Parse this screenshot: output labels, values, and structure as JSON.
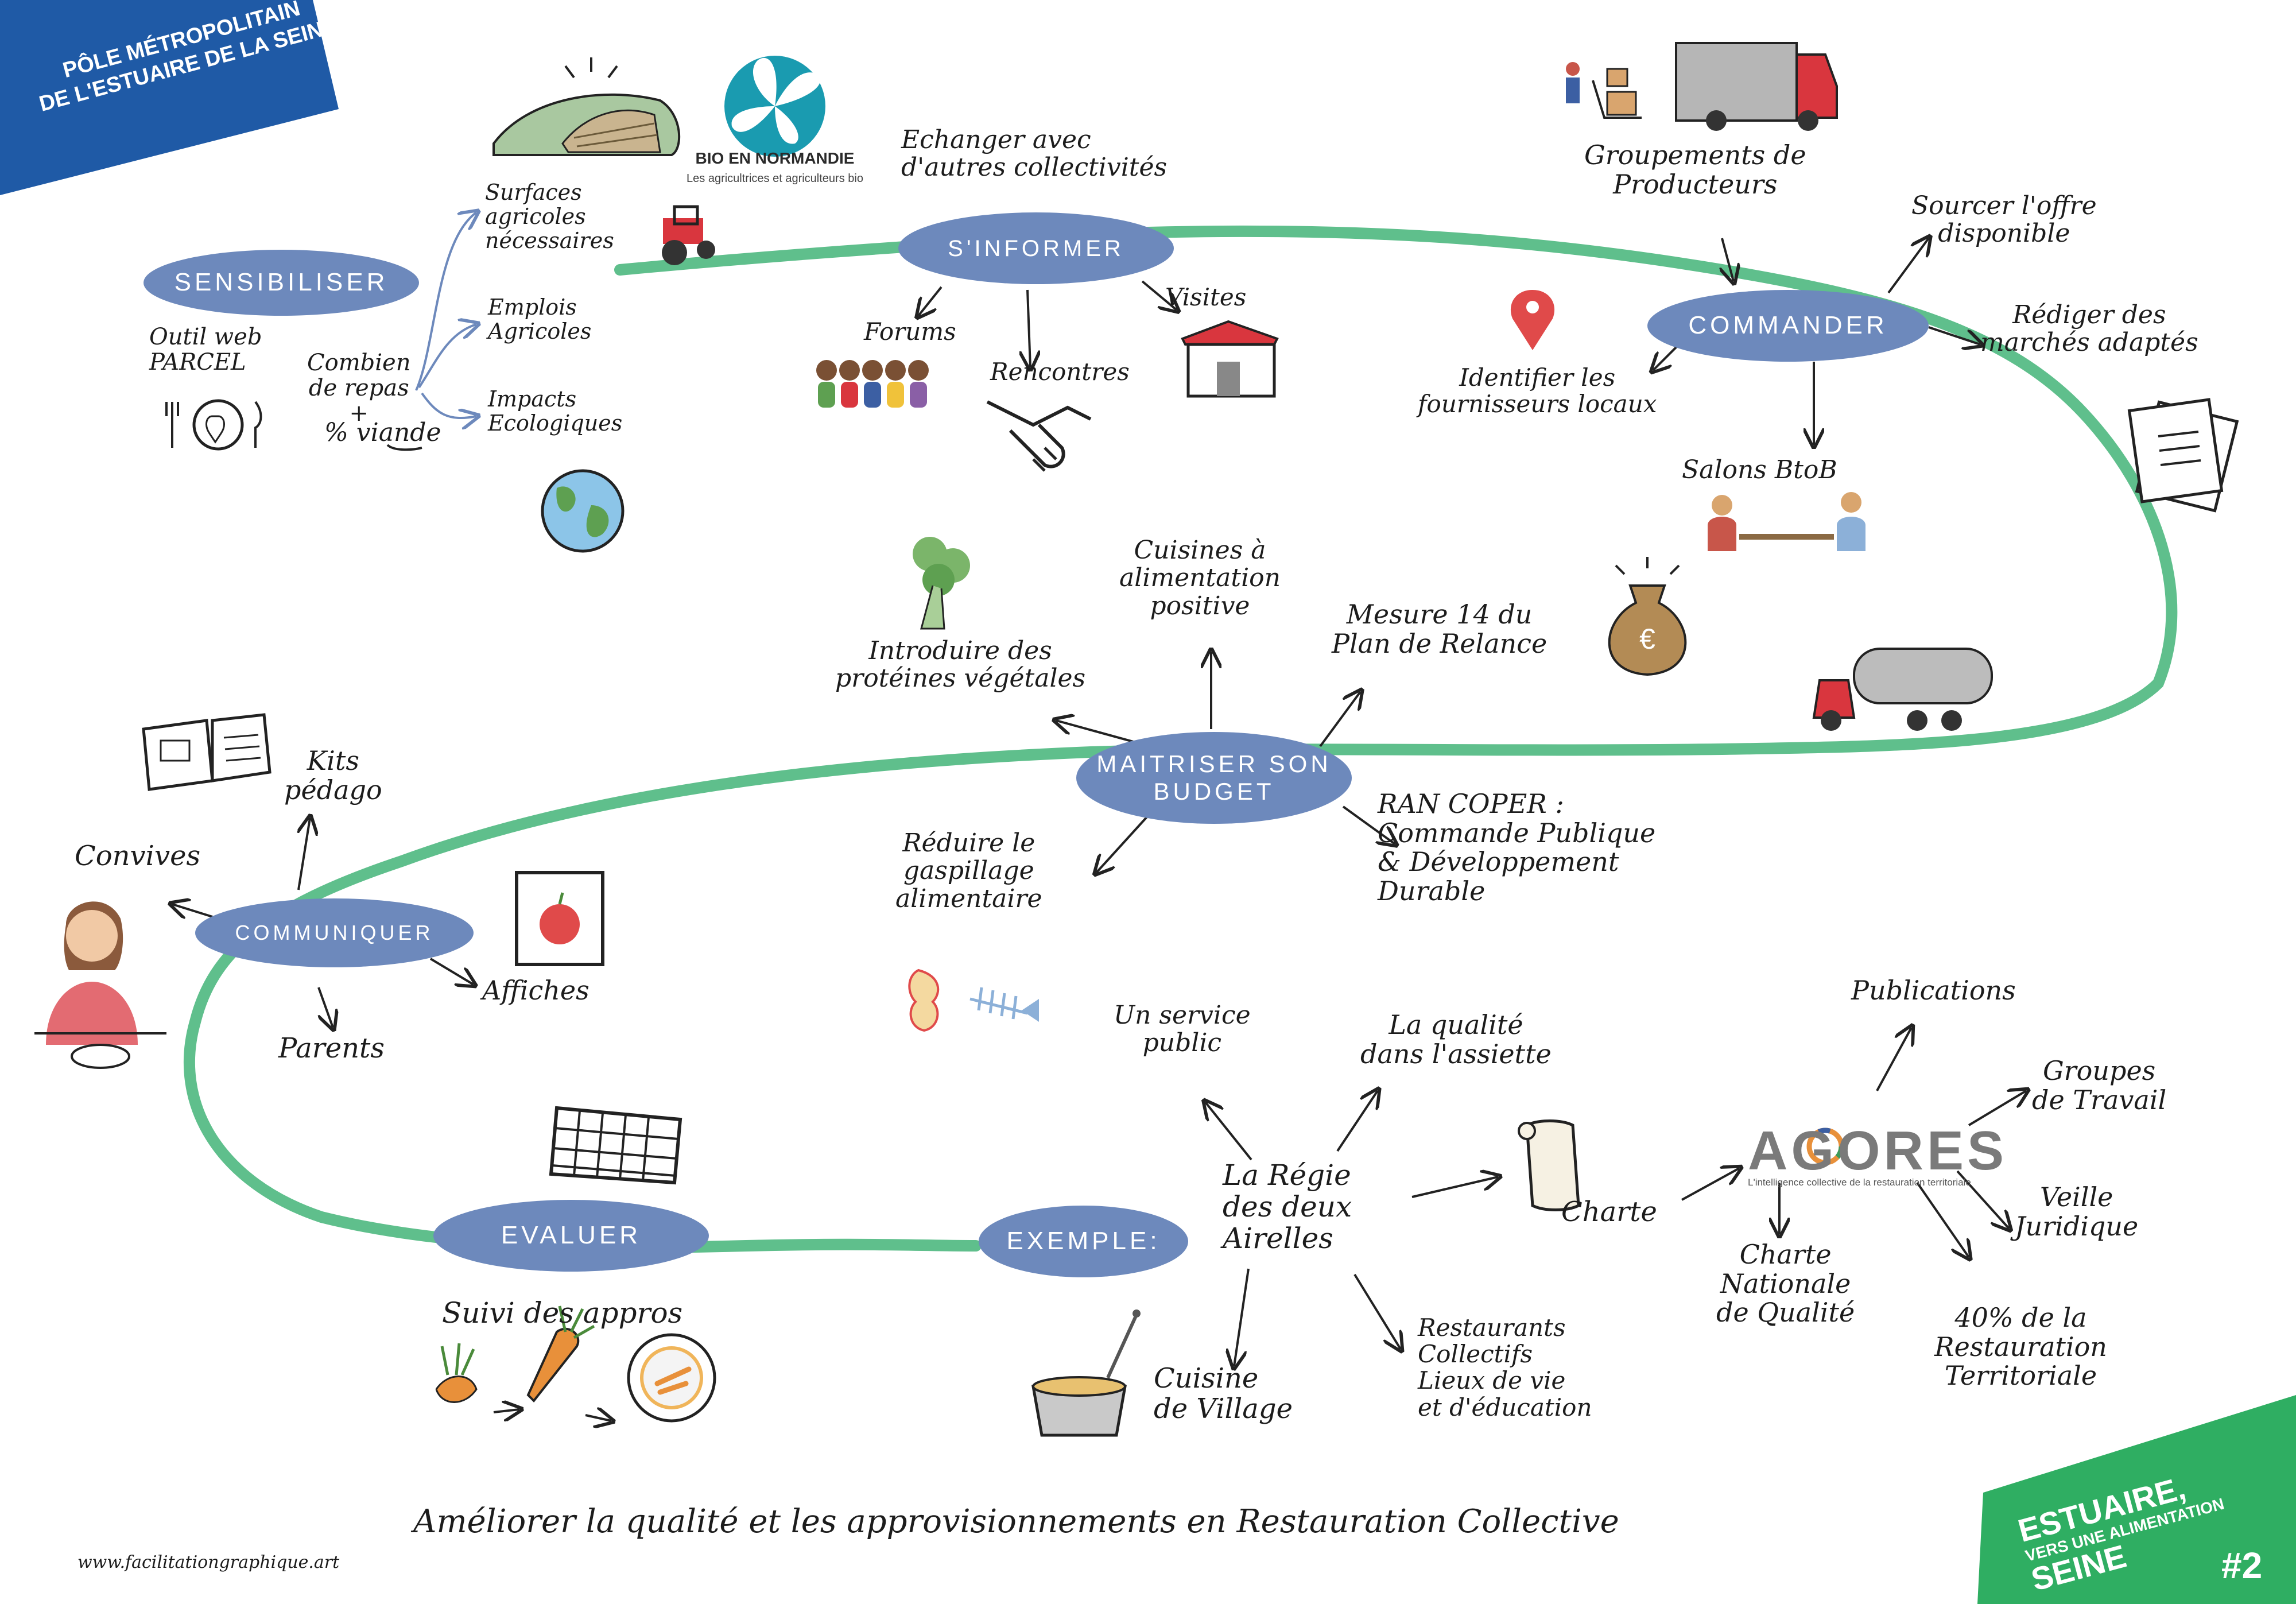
{
  "corner_banner": {
    "line1": "PÔLE MÉTROPOLITAIN",
    "line2": "DE L'ESTUAIRE DE LA SEINE",
    "color": "#1f5aa6"
  },
  "bio_logo": {
    "name": "BIO EN NORMANDIE",
    "tagline": "Les agricultrices et agriculteurs bio",
    "color": "#1a9bb0"
  },
  "ring_color": "#5fbf8c",
  "pill_color": "#6d89bc",
  "nodes": {
    "sensibiliser": "SENSIBILISER",
    "sinformer": "S'INFORMER",
    "commander": "COMMANDER",
    "maitriser": "MAITRISER SON\nBUDGET",
    "communiquer": "COMMUNIQUER",
    "evaluer": "EVALUER",
    "exemple": "EXEMPLE:"
  },
  "sensibiliser": {
    "outil": "Outil web\nPARCEL",
    "combien": "Combien\nde repas\n+",
    "viande": "% viande",
    "surfaces": "Surfaces\nagricoles\nnécessaires",
    "emplois": "Emplois\nAgricoles",
    "impacts": "Impacts\nEcologiques"
  },
  "sinformer": {
    "echanger": "Echanger avec\nd'autres collectivités",
    "forums": "Forums",
    "rencontres": "Rencontres",
    "visites": "Visites"
  },
  "commander": {
    "groupements": "Groupements de\nProducteurs",
    "sourcer": "Sourcer l'offre\ndisponible",
    "rediger": "Rédiger des\nmarchés adaptés",
    "identifier": "Identifier les\nfournisseurs locaux",
    "salons": "Salons BtoB"
  },
  "budget": {
    "cuisines": "Cuisines à\nalimentation\npositive",
    "proteines": "Introduire des\nprotéines végétales",
    "mesure": "Mesure 14 du\nPlan de Relance",
    "gaspillage": "Réduire le\ngaspillage\nalimentaire",
    "ran": "RAN COPER :\nCommande Publique\n& Développement\nDurable"
  },
  "communiquer": {
    "kits": "Kits\npédago",
    "convives": "Convives",
    "affiches": "Affiches",
    "parents": "Parents"
  },
  "evaluer": {
    "suivi": "Suivi des appros"
  },
  "exemple": {
    "regie": "La Régie\ndes deux\nAirelles",
    "service": "Un service\npublic",
    "qualite": "La qualité\ndans l'assiette",
    "charte": "Charte",
    "cuisine": "Cuisine\nde Village",
    "restaurants": "Restaurants\nCollectifs\nLieux de vie\net d'éducation"
  },
  "agores": {
    "logo": "AGORES",
    "tagline": "L'intelligence collective de la restauration territoriale",
    "publications": "Publications",
    "groupes": "Groupes\nde Travail",
    "veille": "Veille\nJuridique",
    "charte_nat": "Charte\nNationale\nde Qualité",
    "quarante": "40% de la\nRestauration\nTerritoriale"
  },
  "footer": {
    "title": "Améliorer la qualité et les approvisionnements en Restauration Collective",
    "site": "www.facilitationgraphique.art"
  },
  "bottom_banner": {
    "line1": "ESTUAIRE,",
    "line2": "VERS UNE ALIMENTATION",
    "line3": "SEINE",
    "number": "#2",
    "color": "#2fae62"
  },
  "icons": [
    "tractor-icon",
    "farm-field-icon",
    "bio-flower-icon",
    "truck-icon",
    "hand-truck-icon",
    "location-pin-icon",
    "documents-icon",
    "meeting-icon",
    "tanker-truck-icon",
    "money-bag-icon",
    "broccoli-icon",
    "book-icon",
    "woman-icon",
    "apple-poster-icon",
    "apple-core-icon",
    "fish-bone-icon",
    "calendar-grid-icon",
    "carrot-icon",
    "plate-icon",
    "cooking-pot-icon",
    "scroll-icon",
    "crowd-icon",
    "handshake-icon",
    "house-icon",
    "globe-icon",
    "plate-knife-fork-icon",
    "agores-logo-icon"
  ]
}
